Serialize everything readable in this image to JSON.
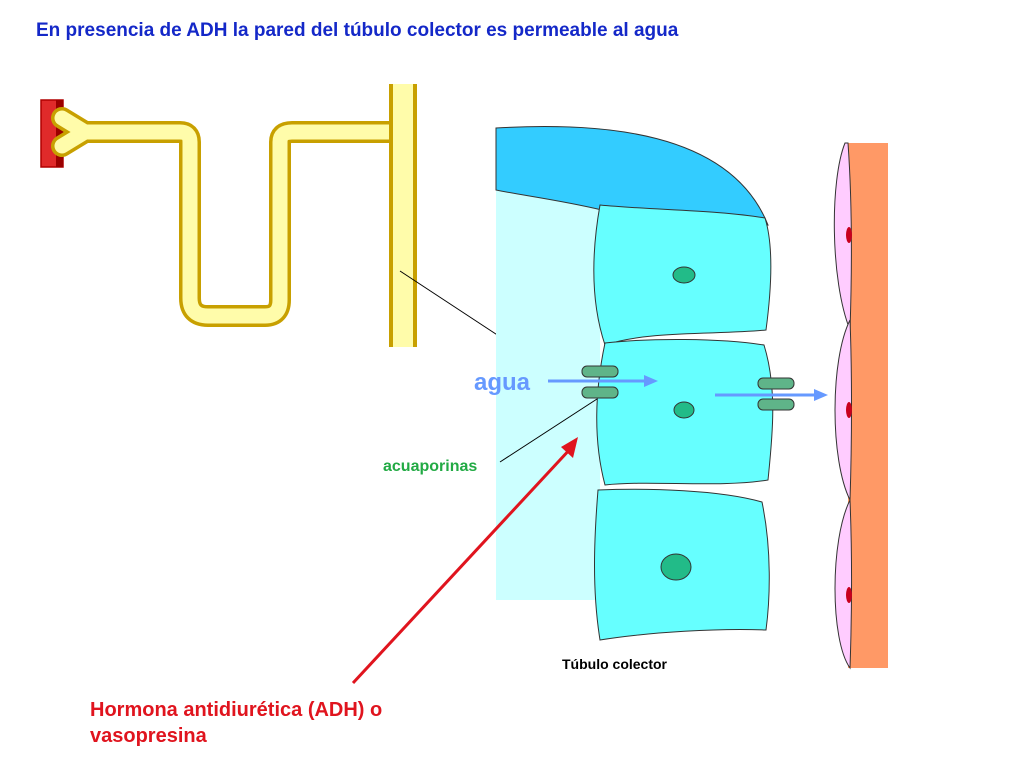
{
  "title": "En presencia de ADH la pared del túbulo colector es permeable al agua",
  "labels": {
    "agua": "agua",
    "acuaporinas": "acuaporinas",
    "tubulo_colector": "Túbulo colector",
    "adh_line1": "Hormona antidiurética (ADH) o",
    "adh_line2": "vasopresina"
  },
  "colors": {
    "title": "#1428c8",
    "tubule_fill": "#fffcaa",
    "tubule_stroke": "#c8a000",
    "vessel": "#e02a2a",
    "cell_fill": "#66ffff",
    "lumen_fill": "#ccffff",
    "top_cell_fill": "#33ccff",
    "nucleus": "#22bb88",
    "aquaporin": "#5fb489",
    "water_arrow": "#6699ff",
    "adh_arrow": "#e0141e",
    "interstitium": "#ff9966",
    "capillary_cell": "#ffccff"
  }
}
